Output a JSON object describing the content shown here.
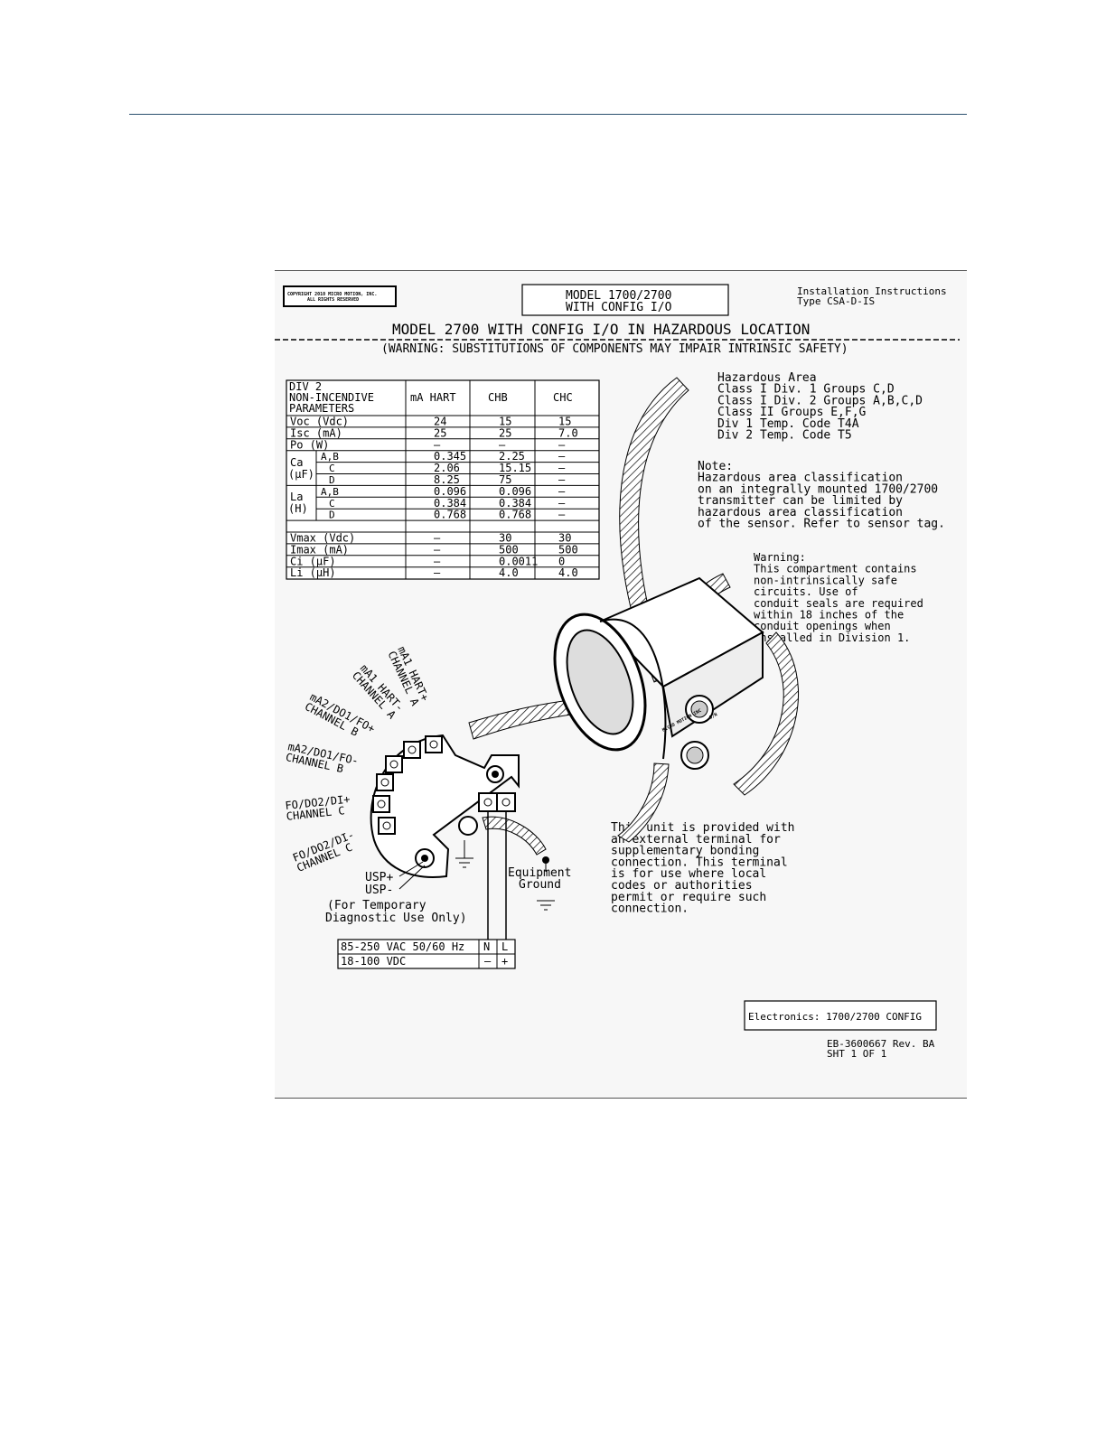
{
  "header": {
    "copyright_line1": "COPYRIGHT 2010 MICRO MOTION, INC.",
    "copyright_line2": "ALL RIGHTS RESERVED",
    "model_line1": "MODEL 1700/2700",
    "model_line2": "WITH CONFIG I/O",
    "install_line1": "Installation Instructions",
    "install_line2": "Type CSA-D-IS",
    "title": "MODEL 2700 WITH CONFIG I/O IN HAZARDOUS LOCATION",
    "warning": "(WARNING: SUBSTITUTIONS OF COMPONENTS MAY IMPAIR INTRINSIC SAFETY)"
  },
  "params_table": {
    "head_line1": "DIV 2",
    "head_line2": "NON-INCENDIVE",
    "head_line3": "PARAMETERS",
    "col_headers": [
      "mA HART",
      "CHB",
      "CHC"
    ],
    "ca_label": "Ca",
    "ca_unit": "(µF)",
    "la_label": "La",
    "la_unit": "(H)",
    "rows": [
      {
        "label": "Voc  (Vdc)",
        "sub": "",
        "v": [
          "24",
          "15",
          "15"
        ]
      },
      {
        "label": "Isc  (mA)",
        "sub": "",
        "v": [
          "25",
          "25",
          "7.0"
        ]
      },
      {
        "label": "Po   (W)",
        "sub": "",
        "v": [
          "–",
          "–",
          "–"
        ]
      },
      {
        "label": "",
        "sub": "A,B",
        "v": [
          "0.345",
          "2.25",
          "–"
        ]
      },
      {
        "label": "",
        "sub": "C",
        "v": [
          "2.06",
          "15.15",
          "–"
        ]
      },
      {
        "label": "",
        "sub": "D",
        "v": [
          "8.25",
          "75",
          "–"
        ]
      },
      {
        "label": "",
        "sub": "A,B",
        "v": [
          "0.096",
          "0.096",
          "–"
        ]
      },
      {
        "label": "",
        "sub": "C",
        "v": [
          "0.384",
          "0.384",
          "–"
        ]
      },
      {
        "label": "",
        "sub": "D",
        "v": [
          "0.768",
          "0.768",
          "–"
        ]
      },
      {
        "label": "",
        "sub": "",
        "v": [
          "",
          "",
          ""
        ]
      },
      {
        "label": "Vmax  (Vdc)",
        "sub": "",
        "v": [
          "–",
          "30",
          "30"
        ]
      },
      {
        "label": "Imax  (mA)",
        "sub": "",
        "v": [
          "–",
          "500",
          "500"
        ]
      },
      {
        "label": "Ci  (µF)",
        "sub": "",
        "v": [
          "–",
          "0.0011",
          "0"
        ]
      },
      {
        "label": "Li  (µH)",
        "sub": "",
        "v": [
          "–",
          "4.0",
          "4.0"
        ]
      }
    ]
  },
  "hazardous_area": [
    "Hazardous Area",
    "Class I  Div. 1 Groups C,D",
    "Class I  Div. 2 Groups A,B,C,D",
    "Class II Groups E,F,G",
    "Div 1 Temp. Code T4A",
    "Div 2 Temp. Code T5"
  ],
  "note": [
    "Note:",
    "Hazardous area classification",
    "on an integrally mounted 1700/2700",
    "transmitter can be limited by",
    "hazardous area classification",
    "of the sensor. Refer to sensor tag."
  ],
  "warning_box": [
    "Warning:",
    "This compartment contains",
    "non-intrinsically safe",
    "circuits. Use of",
    "conduit seals are required",
    "within 18 inches of the",
    "conduit openings when",
    "installed in Division 1."
  ],
  "terminal_labels": {
    "ma1_hart_plus": [
      "mA1 HART+",
      "CHANNEL A"
    ],
    "ma1_hart_minus": [
      "mA1 HART-",
      "CHANNEL A"
    ],
    "ma2_fo_plus": [
      "mA2/DO1/FO+",
      "CHANNEL B"
    ],
    "ma2_fo_minus": [
      "mA2/DO1/FO-",
      "CHANNEL B"
    ],
    "fo_di_plus": [
      "FO/DO2/DI+",
      "CHANNEL C"
    ],
    "fo_di_minus": [
      "FO/DO2/DI-",
      "CHANNEL C"
    ],
    "usp_plus": "USP+",
    "usp_minus": "USP-",
    "usp_note_line1": "(For Temporary",
    "usp_note_line2": "Diagnostic Use Only)",
    "equipment_ground_line1": "Equipment",
    "equipment_ground_line2": "Ground"
  },
  "bonding_note": [
    "This unit is provided with",
    "an external terminal for",
    "supplementary bonding",
    "connection. This terminal",
    "is for use where local",
    "codes or authorities",
    "permit or require such",
    "connection."
  ],
  "power_table": {
    "row1_label": "85-250 VAC 50/60 Hz",
    "row1_n": "N",
    "row1_l": "L",
    "row2_label": "18-100 VDC",
    "row2_n": "–",
    "row2_l": "+"
  },
  "electronics_label": "Electronics: 1700/2700 CONFIG",
  "doc_number": "EB-3600667 Rev. BA",
  "sheet": "SHT 1 OF 1",
  "housing_text": "MICRO MOTION INC",
  "housing_sn": "S/N"
}
